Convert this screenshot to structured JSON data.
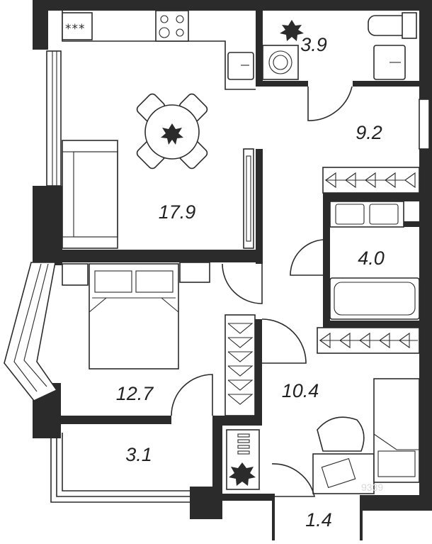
{
  "rooms": [
    {
      "id": "living-kitchen",
      "area": "17.9"
    },
    {
      "id": "bathroom-small",
      "area": "3.9"
    },
    {
      "id": "hallway",
      "area": "9.2"
    },
    {
      "id": "bathroom",
      "area": "4.0"
    },
    {
      "id": "bedroom",
      "area": "12.7"
    },
    {
      "id": "corridor",
      "area": "10.4"
    },
    {
      "id": "loggia",
      "area": "3.1"
    },
    {
      "id": "vestibule",
      "area": "1.4"
    }
  ],
  "symbols": {
    "hood": "***"
  },
  "watermark": "9339"
}
